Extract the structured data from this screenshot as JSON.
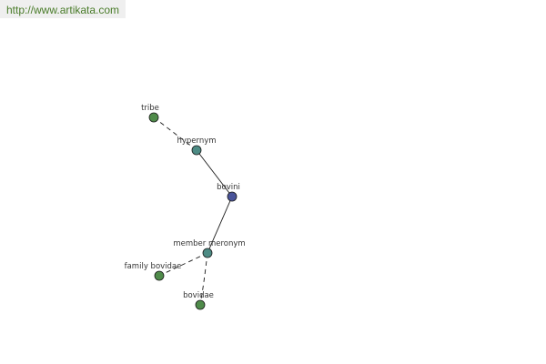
{
  "site": {
    "url": "http://www.artikata.com"
  },
  "colors": {
    "term": "#4f8b4a",
    "relation": "#4d8b84",
    "root": "#4a549a",
    "stroke": "#1a1a1a",
    "link": "#4a7c2a"
  },
  "nodes": [
    {
      "id": "tribe",
      "label": "tribe",
      "kind": "term"
    },
    {
      "id": "hypernym",
      "label": "hypernym",
      "kind": "relation"
    },
    {
      "id": "bovini",
      "label": "bovini",
      "kind": "root"
    },
    {
      "id": "member-meronym",
      "label": "member meronym",
      "kind": "relation"
    },
    {
      "id": "family-bovidae",
      "label": "family bovidae",
      "kind": "term"
    },
    {
      "id": "bovidae",
      "label": "bovidae",
      "kind": "term"
    }
  ],
  "edges": [
    {
      "from": "tribe",
      "to": "hypernym",
      "style": "dashed"
    },
    {
      "from": "hypernym",
      "to": "bovini",
      "style": "solid"
    },
    {
      "from": "bovini",
      "to": "member-meronym",
      "style": "solid"
    },
    {
      "from": "member-meronym",
      "to": "family-bovidae",
      "style": "dashed"
    },
    {
      "from": "member-meronym",
      "to": "bovidae",
      "style": "dashed"
    }
  ]
}
